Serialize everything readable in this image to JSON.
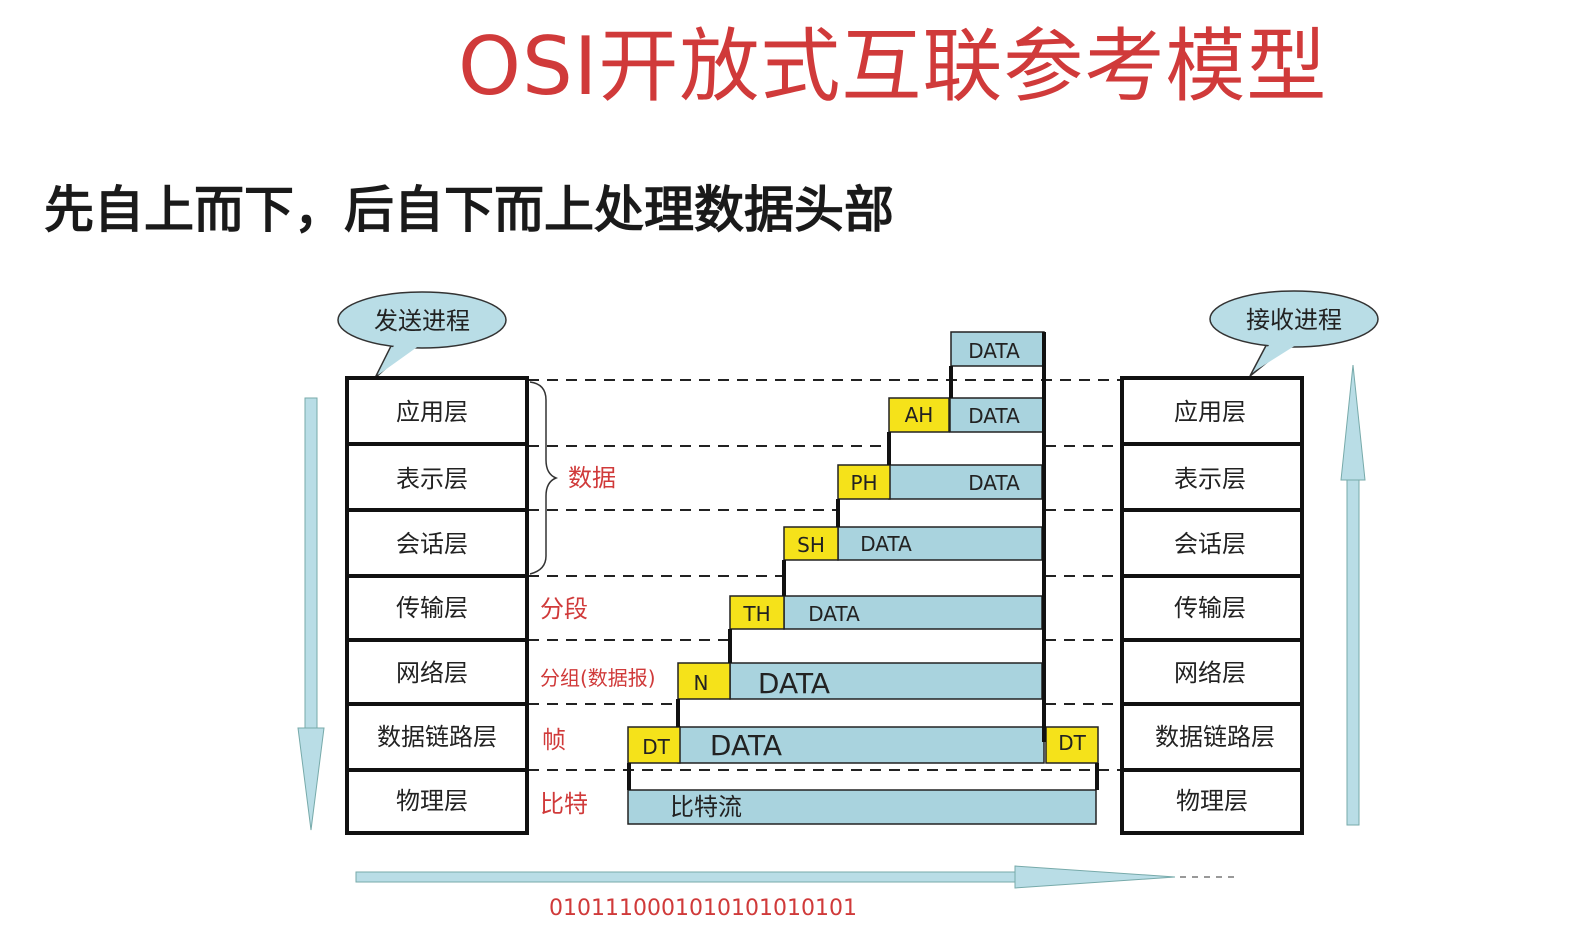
{
  "title": "OSI开放式互联参考模型",
  "subtitle": "先自上而下，后自下而上处理数据头部",
  "sender_label": "发送进程",
  "receiver_label": "接收进程",
  "layers": [
    "应用层",
    "表示层",
    "会话层",
    "传输层",
    "网络层",
    "数据链路层",
    "物理层"
  ],
  "pdu_labels": {
    "data": "数据",
    "segment": "分段",
    "packet": "分组(数据报)",
    "frame": "帧",
    "bit": "比特"
  },
  "headers": [
    "AH",
    "PH",
    "SH",
    "TH",
    "N",
    "DT"
  ],
  "trailer": "DT",
  "data_text": "DATA",
  "bitstream_label": "比特流",
  "bits": "0101110001010101010101",
  "colors": {
    "title": "#d03a3a",
    "header_fill": "#f5e21a",
    "data_fill": "#a9d3de",
    "bubble_fill": "#b9dde6",
    "arrow_fill": "#b9dde6",
    "red_label": "#d03a3a"
  }
}
